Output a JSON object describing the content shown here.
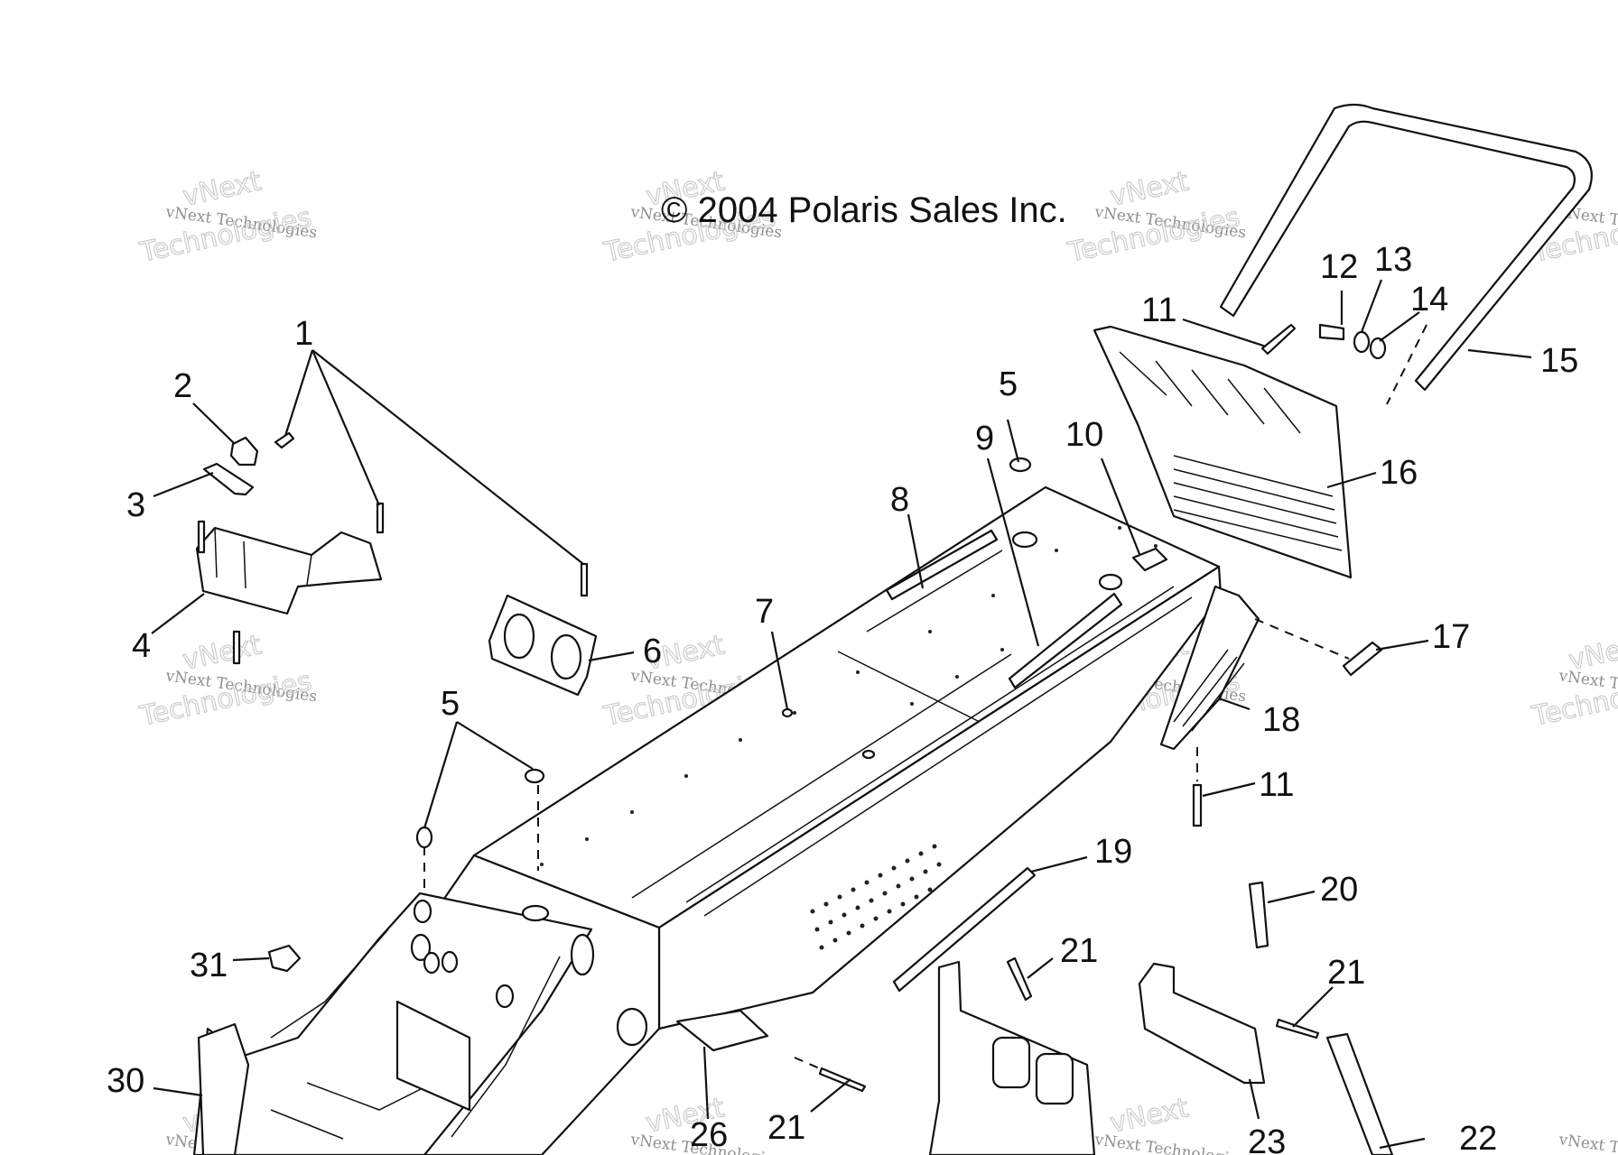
{
  "copyright": "© 2004 Polaris Sales Inc.",
  "watermark": {
    "line1": "vNext Technologies",
    "line2": "vNext",
    "line3": "Technologies"
  },
  "callouts": {
    "c1": "1",
    "c2": "2",
    "c3": "3",
    "c4": "4",
    "c5a": "5",
    "c5b": "5",
    "c6": "6",
    "c7": "7",
    "c8": "8",
    "c9": "9",
    "c10": "10",
    "c11a": "11",
    "c11b": "11",
    "c12": "12",
    "c13": "13",
    "c14": "14",
    "c15": "15",
    "c16": "16",
    "c17": "17",
    "c18": "18",
    "c19": "19",
    "c20": "20",
    "c21a": "21",
    "c21b": "21",
    "c21c": "21",
    "c22": "22",
    "c23": "23",
    "c26": "26",
    "c30": "30",
    "c31": "31"
  },
  "colors": {
    "line": "#111111",
    "background": "#ffffff",
    "watermark": "#8f8f8f"
  }
}
